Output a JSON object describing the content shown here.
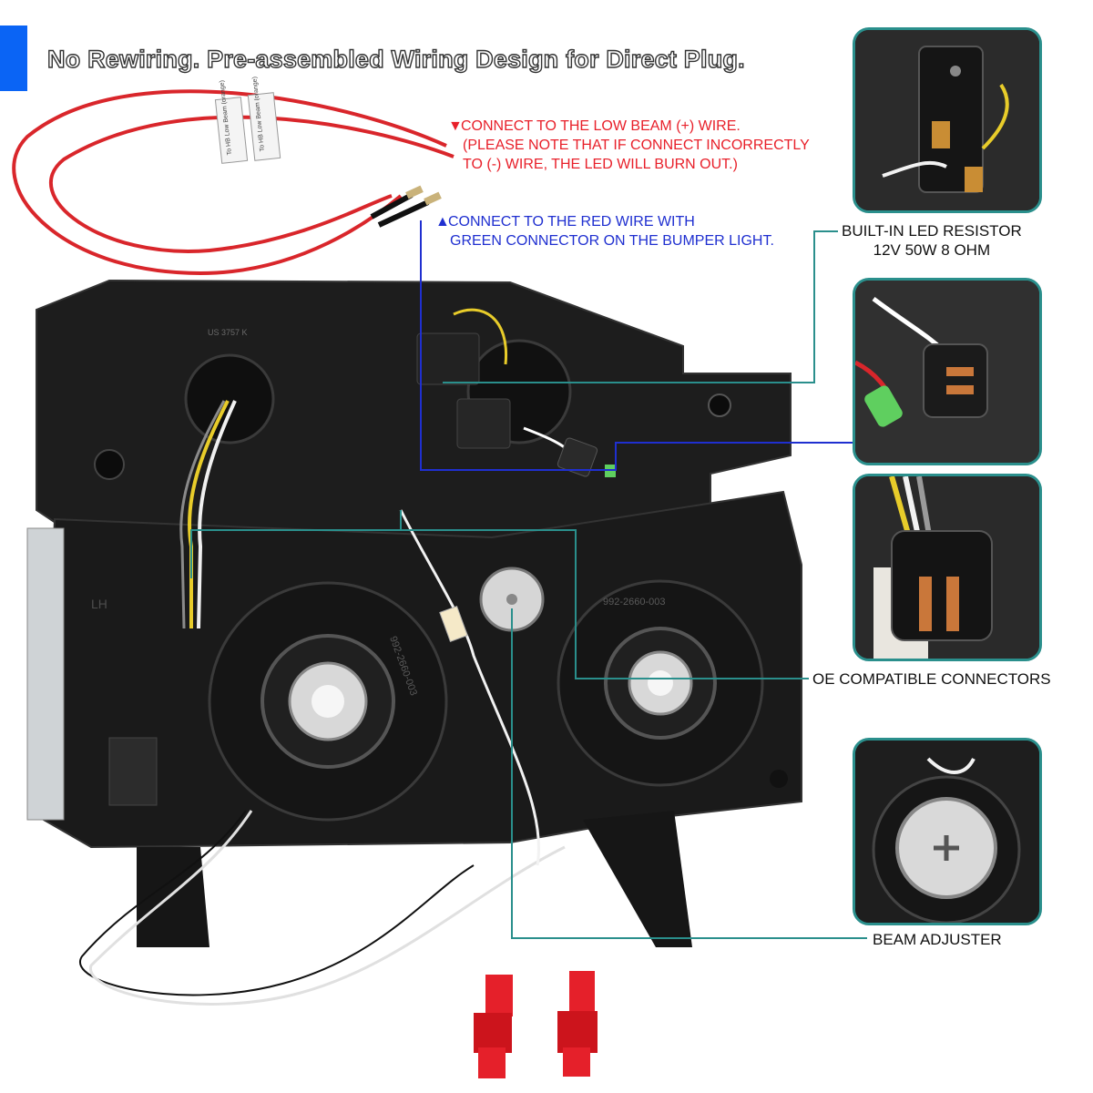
{
  "headline": "No Rewiring. Pre-assembled Wiring Design for Direct Plug.",
  "notes": {
    "low_beam": {
      "arrow": "▼",
      "line1": "CONNECT TO THE LOW BEAM (+) WIRE.",
      "line2": "(PLEASE NOTE THAT IF CONNECT INCORRECTLY",
      "line3": "TO (-) WIRE, THE LED WILL BURN OUT.)",
      "color": "#e8202a"
    },
    "red_wire": {
      "arrow": "▲",
      "line1": "CONNECT TO THE RED WIRE WITH",
      "line2": "GREEN CONNECTOR ON THE BUMPER LIGHT.",
      "color": "#1f2fd0"
    }
  },
  "callouts": {
    "resistor_line1": "BUILT-IN LED RESISTOR",
    "resistor_line2": "12V 50W 8 OHM",
    "oe_connectors": "OE COMPATIBLE CONNECTORS",
    "beam_adjuster": "BEAM ADJUSTER"
  },
  "wire_tags": {
    "tag1": "To HB Low Beam (orange)",
    "tag2": "To HB Low Beam (orange)"
  },
  "housing_marks": {
    "part_no_left": "992-2660-003",
    "part_no_right": "992-2660-003",
    "side": "LH",
    "code": "US 3757 K"
  },
  "colors": {
    "accent_blue": "#0a64f5",
    "callout_line": "#2a8f8c",
    "note_red": "#e8202a",
    "note_blue": "#1f2fd0",
    "housing": "#1c1c1c"
  }
}
